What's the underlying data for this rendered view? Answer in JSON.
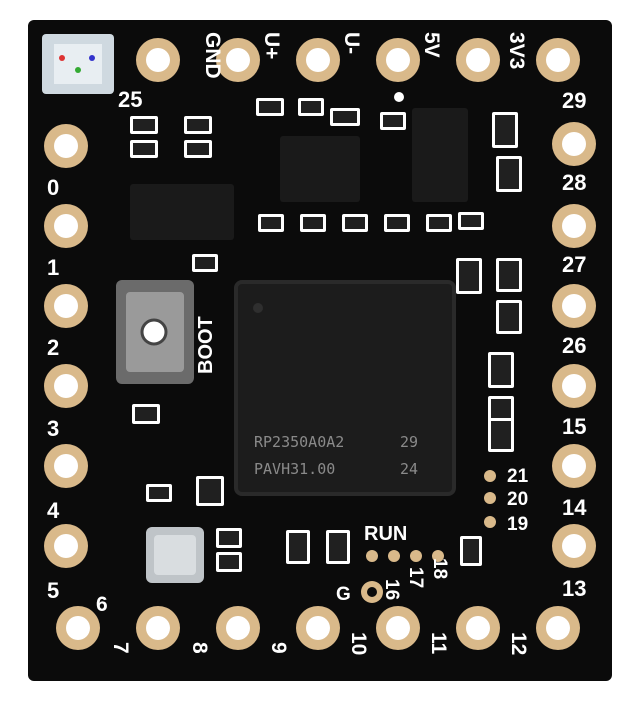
{
  "board": {
    "colors": {
      "pcb": "#0b0b0b",
      "gold": "#d9b98a",
      "gold_dark": "#c9a676",
      "silkscreen": "#ffffff",
      "chip": "#1c1c1c",
      "chip_text": "#8a8a8a",
      "led": "#cfd9e0"
    },
    "top_labels": [
      "GND",
      "U+",
      "U-",
      "5V",
      "3V3"
    ],
    "left_labels": [
      "0",
      "1",
      "2",
      "3",
      "4",
      "5"
    ],
    "right_labels": [
      "29",
      "28",
      "27",
      "26",
      "15",
      "14",
      "13"
    ],
    "bottom_labels": [
      "6",
      "7",
      "8",
      "9",
      "10",
      "11",
      "12"
    ],
    "corner_label": "25",
    "chip": {
      "line1": "RP2350A0A2",
      "line1_right": "29",
      "line2": "PAVH31.00",
      "line2_right": "24"
    },
    "boot_label": "BOOT",
    "run_label": "RUN",
    "pad_labels_right": [
      "21",
      "20",
      "19"
    ],
    "pad_labels_bottom": [
      "G",
      "16",
      "17",
      "18"
    ]
  }
}
